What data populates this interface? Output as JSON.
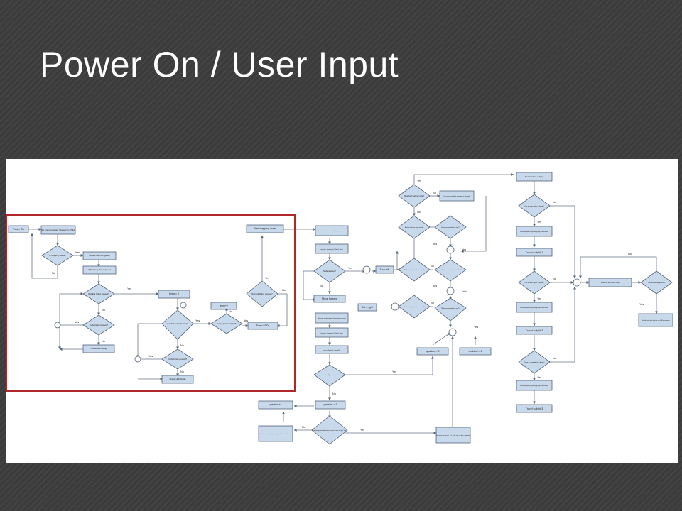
{
  "slide": {
    "title": "Power On / User Input"
  },
  "flowchart": {
    "labels": {
      "power_on": "Power On",
      "set_osc": "Set internal oscillator frequency to 8 MHz",
      "is_freq": "Is frequency stable?",
      "init_regs": "Initialize internal registers",
      "led_blink": "LED start-up blink sequence",
      "run_exit_1": "Run/Exit button pressed?",
      "cycle_1": "Cycle button pressed?",
      "update_led_1": "Update LED display",
      "temp_zero": "temp = 0",
      "run_exit_2": "Run/Exit button pressed?",
      "temp_inc": "temp++",
      "temp_equals": "temp equals modLED?",
      "flash_leds": "Flash LEDs",
      "cycle_2": "Cycle button pressed?",
      "update_led_2": "Update LED display",
      "run_exit_3": "Run/Exit button pressed?",
      "start_mapping": "Start mapping maze",
      "measure_short": "Measure distance with long-range sensor",
      "temp_calc_1": "temp1 = (distance) / (block size)",
      "node_reached": "Node reached?",
      "move_forward": "Move forward",
      "measure_long": "Measure distance with long-range sensor",
      "temp_calc_2": "temp2 = (distance) / (block size)",
      "num_calc": "num = (temp1 - (temp2))",
      "has_prev": "Has the previous block(s) been traversed / visited?",
      "prevlast_inc": "prevlast++",
      "prevlast_one": "prevlast = 1",
      "update_block": "Update corresponding block to type \"path\" and status \"visited\"",
      "every_index": "Every index (prevlast) blocks behind current location is of type \"node\"?",
      "store_return": "Store return direction as L, R, U, D (left, right, up, down, respectively)",
      "updated_zero": "updated = 0",
      "updated_one": "updated = 1",
      "turn_left": "Turn left",
      "turn_right": "Turn right",
      "reached_start": "Reached starting node?",
      "turn_around": "Turn around and follow return path to next node",
      "block_front": "Block in front has been visited?",
      "front_wall": "Front sensor detects wall?",
      "block_left": "Block to the left has been visited?",
      "left_wall": "Left sensor detects wall?",
      "block_right": "Block to the right has been visited?",
      "right_wall": "Right sensor detects wall?",
      "start_lights": "Start locations of lights",
      "one_or_more": "One or more lights in beam?",
      "determine_path_1": "Determine path to light using map data structure",
      "travel_1": "Travel to light 1",
      "two_or_more": "Two or more lights in beam?",
      "determine_path_2": "Determine path to light using map data structure",
      "travel_2": "Travel to light 2",
      "three_or_more": "Three or more lights in beam?",
      "determine_path_3": "Determine path to light using map data structure",
      "travel_3": "Travel to light 3",
      "wait_transfer": "Wait to transfer map",
      "run_exit_4": "Run/Exit button pressed",
      "transfer_map": "Transfer map data structure via USB to computer",
      "yes": "Yes",
      "no": "No"
    }
  },
  "colors": {
    "box_fill": "#c9d9ec",
    "box_stroke": "#55657a",
    "highlight": "#b3262a",
    "slide_bg": "#3c3c3c"
  }
}
